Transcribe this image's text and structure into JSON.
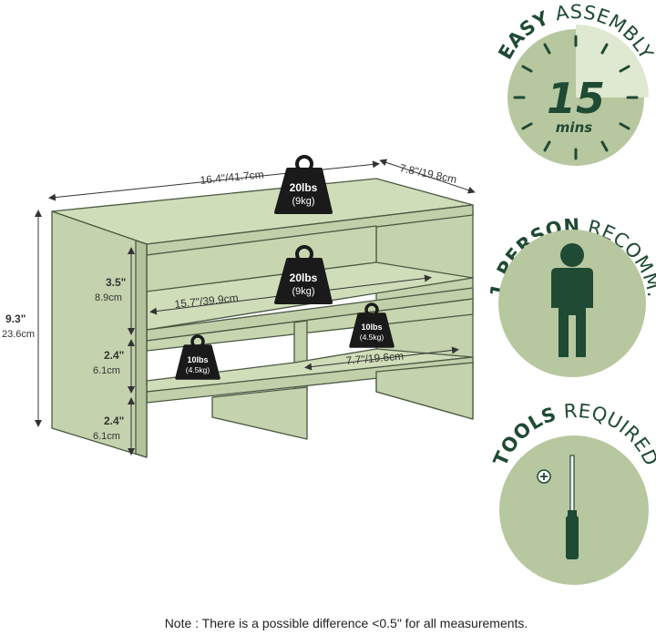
{
  "dimensions": {
    "width": "16.4\"/41.7cm",
    "depth": "7.8\"/19.8cm",
    "height_in": "9.3\"",
    "height_cm": "23.6cm",
    "shelf1_in": "3.5\"",
    "shelf1_cm": "8.9cm",
    "shelf2_in": "2.4\"",
    "shelf2_cm": "6.1cm",
    "shelf3_in": "2.4\"",
    "shelf3_cm": "6.1cm",
    "inner_width": "15.7\"/39.9cm",
    "compartment_width": "7.7\"/19.6cm"
  },
  "weights": {
    "top": {
      "lbs": "20lbs",
      "kg": "(9kg)"
    },
    "middle": {
      "lbs": "20lbs",
      "kg": "(9kg)"
    },
    "left": {
      "lbs": "10lbs",
      "kg": "(4.5kg)"
    },
    "right": {
      "lbs": "10lbs",
      "kg": "(4.5kg)"
    }
  },
  "badges": {
    "assembly": {
      "bold": "EASY",
      "rest": " ASSEMBLY",
      "minutes": "15",
      "unit": "mins"
    },
    "person": {
      "bold": "1 PERSON",
      "rest": " RECOMM."
    },
    "tools": {
      "bold": "TOOLS",
      "rest": " REQUIRED"
    }
  },
  "note": "Note : There is a possible difference <0.5\" for all measurements.",
  "colors": {
    "shelf": "#c9d7b2",
    "shelf_edge": "#4a5a43",
    "badge_bg": "#b7c79f",
    "badge_dark": "#1f4a33",
    "weight": "#1a1a1a"
  }
}
